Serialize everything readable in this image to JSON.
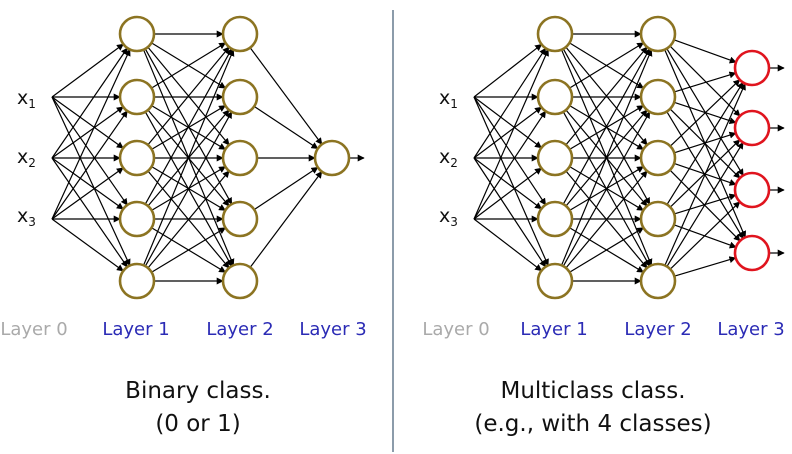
{
  "colors": {
    "hidden_node": "#8C7422",
    "output_node_multiclass": "#E0141E",
    "edge": "#000000",
    "active_layer": "#2B2BB5",
    "inactive_layer": "#AAAAAA",
    "divider": "#3F5A73"
  },
  "left": {
    "inputs": [
      {
        "base": "x",
        "sub": "1"
      },
      {
        "base": "x",
        "sub": "2"
      },
      {
        "base": "x",
        "sub": "3"
      }
    ],
    "layers": [
      "Layer 0",
      "Layer 1",
      "Layer 2",
      "Layer 3"
    ],
    "hidden_sizes": [
      5,
      5
    ],
    "output_size": 1,
    "caption_line1": "Binary class.",
    "caption_line2": "(0 or 1)"
  },
  "right": {
    "inputs": [
      {
        "base": "x",
        "sub": "1"
      },
      {
        "base": "x",
        "sub": "2"
      },
      {
        "base": "x",
        "sub": "3"
      }
    ],
    "layers": [
      "Layer 0",
      "Layer 1",
      "Layer 2",
      "Layer 3"
    ],
    "hidden_sizes": [
      5,
      5
    ],
    "output_size": 4,
    "caption_line1": "Multiclass class.",
    "caption_line2": "(e.g., with 4 classes)"
  }
}
